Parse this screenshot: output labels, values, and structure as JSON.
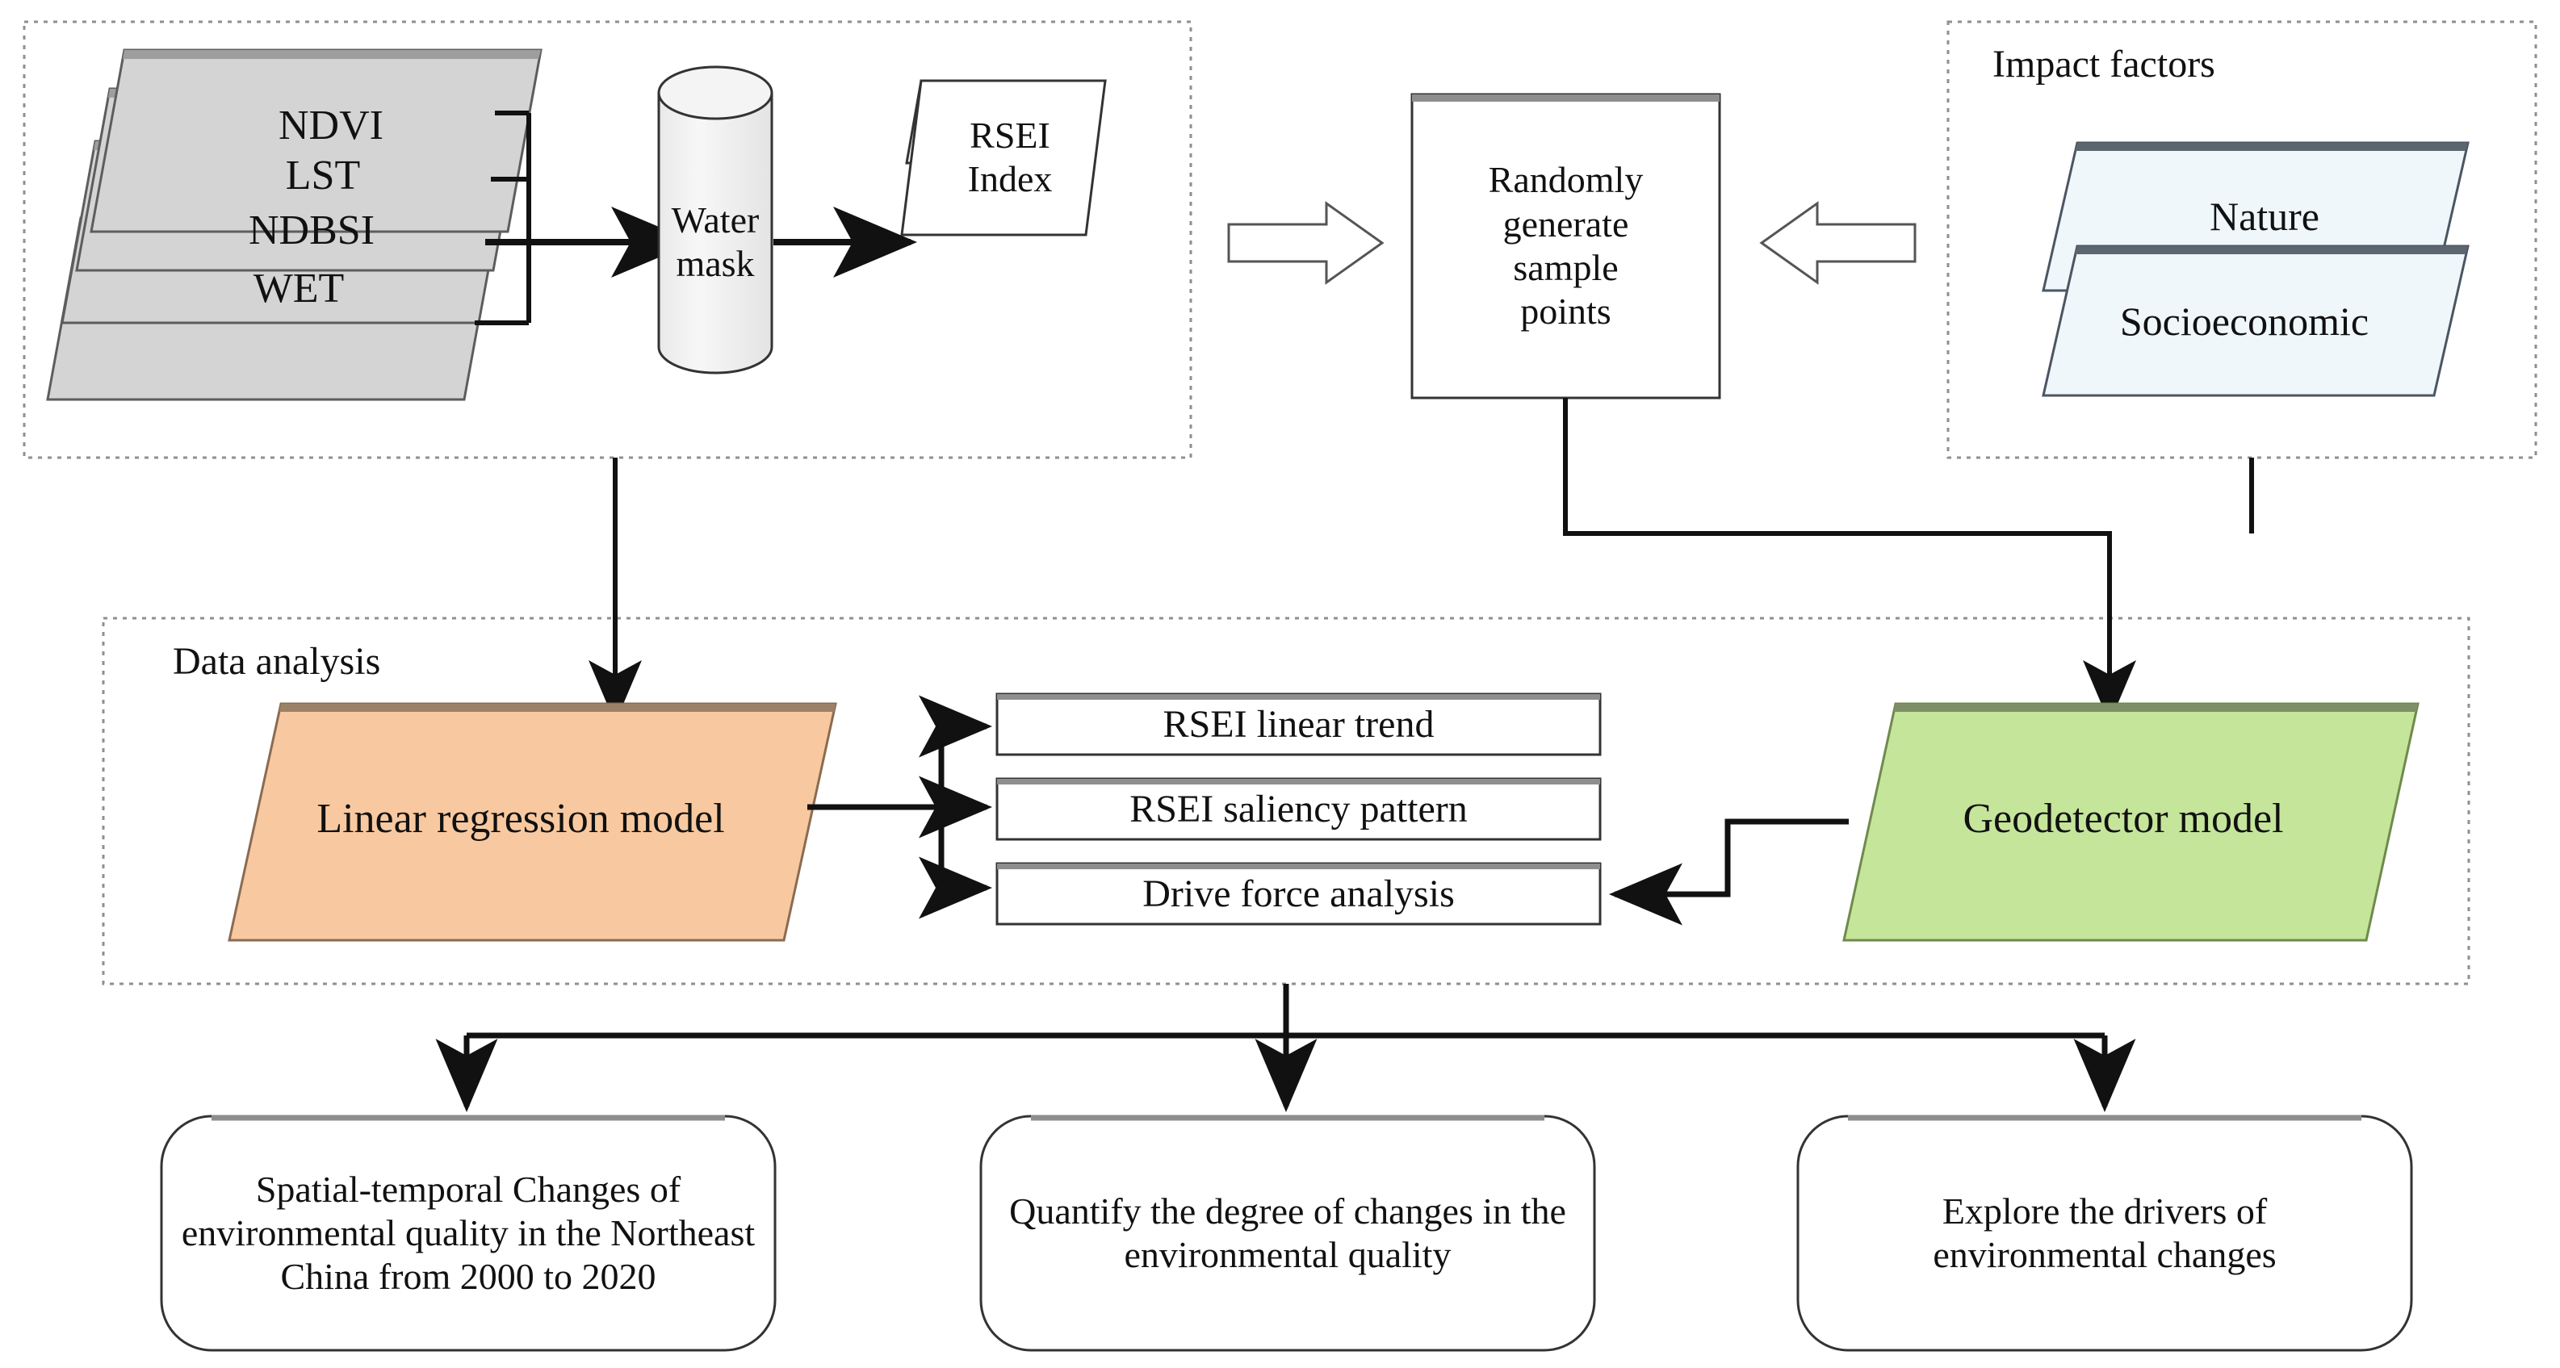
{
  "diagram": {
    "type": "flowchart",
    "title": "Research methodology flowchart",
    "groups": [
      {
        "id": "data-sources",
        "label": ""
      },
      {
        "id": "impact-factors",
        "label": "Impact factors"
      },
      {
        "id": "data-analysis",
        "label": "Data analysis"
      }
    ],
    "layers": [
      {
        "label": "NDVI"
      },
      {
        "label": "LST"
      },
      {
        "label": "NDBSI"
      },
      {
        "label": "WET"
      }
    ],
    "nodes": {
      "water_mask": "Water\nmask",
      "rsei_index": "RSEI\nIndex",
      "sample_points": "Randomly\ngenerate\nsample\npoints",
      "nature": "Nature",
      "socioeconomic": "Socioeconomic",
      "linear_regression": "Linear regression model",
      "geodetector": "Geodetector model",
      "rsei_linear_trend": "RSEI linear trend",
      "rsei_saliency_pattern": "RSEI saliency pattern",
      "drive_force_analysis": "Drive force analysis"
    },
    "outcomes": [
      {
        "id": "outcome-spatial-temporal",
        "label": "Spatial-temporal Changes of environmental quality in the Northeast China from 2000 to 2020"
      },
      {
        "id": "outcome-quantify",
        "label": "Quantify the degree of changes in the environmental quality"
      },
      {
        "id": "outcome-drivers",
        "label": "Explore the drivers of environmental changes"
      }
    ],
    "colors": {
      "layer_gray": "#D4D4D4",
      "impact_blue": "#EFF7FA",
      "regression_orange": "#F8C9A0",
      "geodetector_green": "#C5E59B",
      "cylinder_fill": "#F2F2F2",
      "stroke": "#1a1a1a",
      "dashed_border": "#8a8a8a",
      "shape_shadow": "#555555"
    }
  }
}
